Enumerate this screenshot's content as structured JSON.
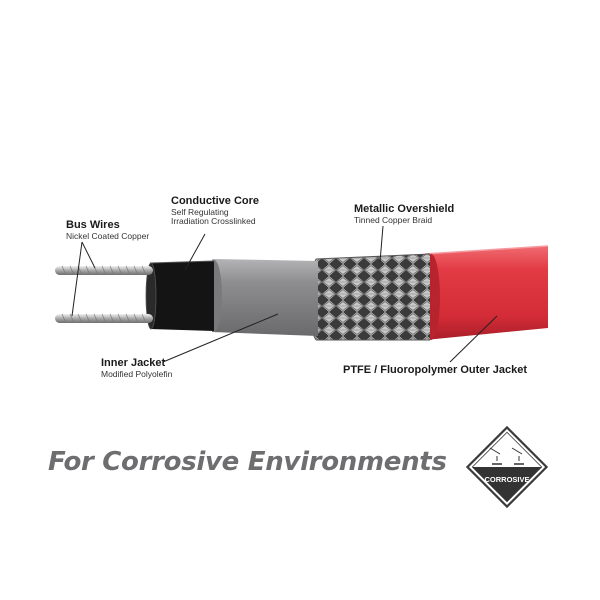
{
  "callouts": {
    "bus_wires": {
      "title": "Bus Wires",
      "subtitle": "Nickel Coated Copper"
    },
    "conductive_core": {
      "title": "Conductive Core",
      "subtitle_1": "Self Regulating",
      "subtitle_2": "Irradiation Crosslinked"
    },
    "metallic_overshield": {
      "title": "Metallic Overshield",
      "subtitle": "Tinned Copper Braid"
    },
    "inner_jacket": {
      "title": "Inner Jacket",
      "subtitle": "Modified Polyolefin"
    },
    "outer_jacket": {
      "title": "PTFE / Fluoropolymer Outer Jacket"
    }
  },
  "tagline": "For Corrosive Environments",
  "badge": {
    "label": "CORROSIVE"
  },
  "colors": {
    "outer_jacket": "#e23b44",
    "inner_jacket": "#8a8a8c",
    "core": "#111111",
    "braid": "#9a9a9a",
    "tagline": "#6e6e70"
  }
}
